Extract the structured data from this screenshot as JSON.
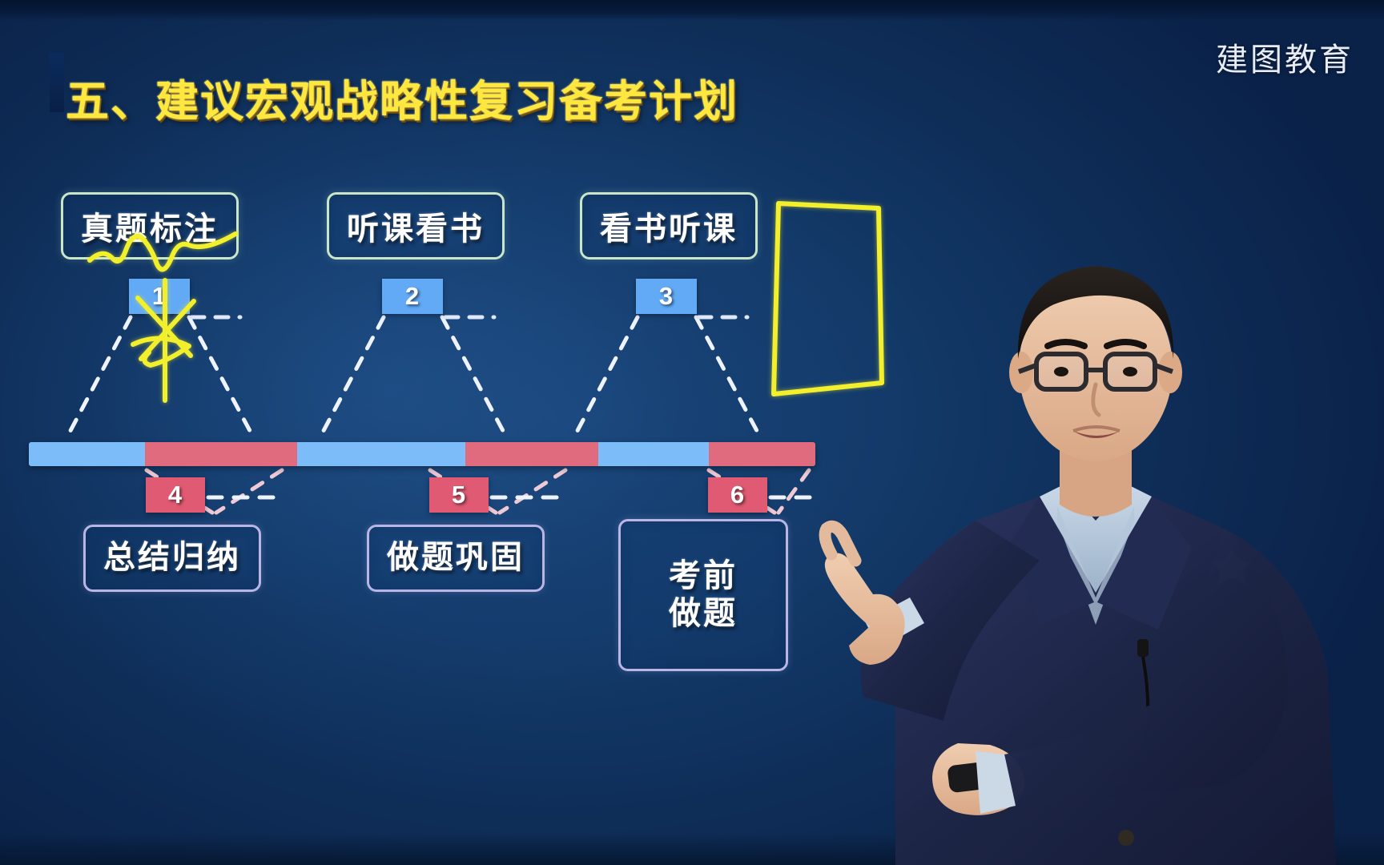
{
  "slide": {
    "title": "五、建议宏观战略性复习备考计划",
    "watermark": "建图教育",
    "title_color": "#ffe83d",
    "background_color": "#133a69"
  },
  "diagram": {
    "type": "timeline-roadmap",
    "top_boxes": [
      {
        "id": 1,
        "label": "真题标注",
        "badge": "1",
        "badge_color": "#62aaf5",
        "border_color": "#c9e6c8"
      },
      {
        "id": 2,
        "label": "听课看书",
        "badge": "2",
        "badge_color": "#62aaf5",
        "border_color": "#c9e6c8"
      },
      {
        "id": 3,
        "label": "看书听课",
        "badge": "3",
        "badge_color": "#62aaf5",
        "border_color": "#c9e6c8"
      }
    ],
    "bottom_boxes": [
      {
        "id": 4,
        "label": "总结归纳",
        "badge": "4",
        "badge_color": "#df5a72",
        "border_color": "#b9b6e6"
      },
      {
        "id": 5,
        "label": "做题巩固",
        "badge": "5",
        "badge_color": "#df5a72",
        "border_color": "#b9b6e6"
      },
      {
        "id": 6,
        "label_line1": "考前",
        "label_line2": "做题",
        "badge": "6",
        "badge_color": "#df5a72",
        "border_color": "#b9b6e6"
      }
    ],
    "timeline": {
      "segments": [
        {
          "color": "#7cbcf8",
          "name": "blue",
          "flex": 145
        },
        {
          "color": "#e06a7e",
          "name": "red",
          "flex": 190
        },
        {
          "color": "#7cbcf8",
          "name": "blue",
          "flex": 210
        },
        {
          "color": "#e06a7e",
          "name": "red",
          "flex": 166
        },
        {
          "color": "#7cbcf8",
          "name": "blue",
          "flex": 138
        },
        {
          "color": "#e06a7e",
          "name": "red",
          "flex": 133
        }
      ],
      "blue_color": "#7cbcf8",
      "red_color": "#e06a7e"
    },
    "annotation": {
      "color": "#f2ef2c",
      "marks": [
        "squiggle-under-first-box",
        "cross-out-over-badge-1",
        "rectangle-right-of-box-3"
      ]
    }
  }
}
